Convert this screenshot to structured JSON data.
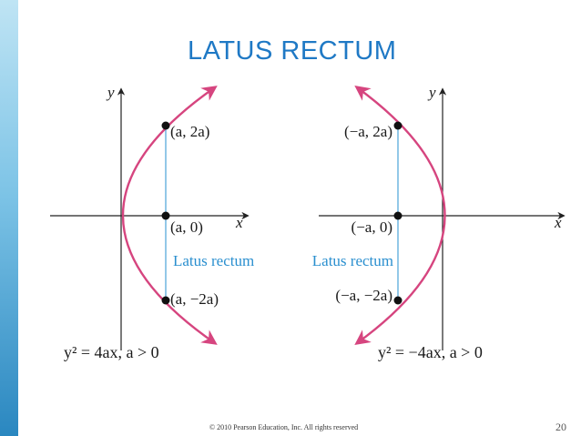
{
  "slide": {
    "title": "LATUS RECTUM",
    "footer": "© 2010 Pearson Education, Inc.  All rights reserved",
    "page_number": "20"
  },
  "left_graph": {
    "axis_y": "y",
    "axis_x": "x",
    "point_top": "(a, 2a)",
    "point_mid": "(a, 0)",
    "point_bottom": "(a, −2a)",
    "latus_label": "Latus rectum",
    "equation": "y² = 4ax, a > 0"
  },
  "right_graph": {
    "axis_y": "y",
    "axis_x": "x",
    "point_top": "(−a, 2a)",
    "point_mid": "(−a, 0)",
    "point_bottom": "(−a, −2a)",
    "latus_label": "Latus rectum",
    "equation": "y² = −4ax, a > 0"
  },
  "colors": {
    "title": "#1f79c5",
    "parabola": "#d6457f",
    "latus_line": "#4ba3d9",
    "latus_label": "#2a8fcf",
    "axes": "#222222",
    "left_bar": "#2a87c0"
  }
}
